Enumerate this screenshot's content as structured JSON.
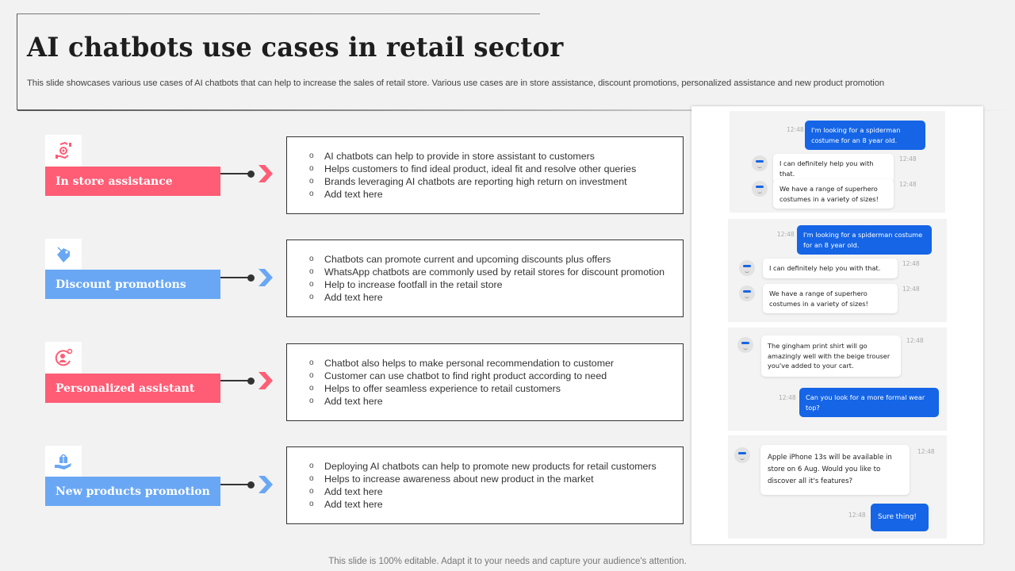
{
  "header": {
    "title": "AI chatbots use cases in retail sector",
    "subtitle": "This slide showcases various use cases of AI chatbots that can help to increase the sales of retail store. Various use cases are in store assistance, discount promotions, personalized assistance and new product promotion"
  },
  "colors": {
    "pink": "#ff5c75",
    "blue": "#69a7f4",
    "chat_blue": "#1565e6"
  },
  "use_cases": [
    {
      "label": "In store assistance",
      "icon": "hand-gear-icon",
      "color": "pink",
      "bullets": [
        "AI chatbots can help to provide  in store assistant to customers",
        "Helps customers to find ideal product, ideal fit and resolve other queries",
        "Brands leveraging  AI chatbots are reporting high return on investment",
        "Add text here"
      ]
    },
    {
      "label": "Discount promotions",
      "icon": "price-tag-icon",
      "color": "blue",
      "bullets": [
        "Chatbots can promote current and upcoming discounts plus offers",
        "WhatsApp chatbots are commonly used by retail stores for discount promotion",
        "Help to increase footfall in the retail store",
        "Add text here"
      ]
    },
    {
      "label": "Personalized assistant",
      "icon": "personal-user-icon",
      "color": "pink",
      "bullets": [
        "Chatbot also helps to make personal recommendation to customer",
        "Customer can use chatbot to find right product according to need",
        "Helps to offer seamless experience to retail customers",
        "Add text here"
      ]
    },
    {
      "label": "New products promotion",
      "icon": "hand-basket-icon",
      "color": "blue",
      "bullets": [
        "Deploying AI chatbots can help to promote new products for retail customers",
        "Helps to increase awareness about new product in the market",
        "Add text here",
        "Add text here"
      ]
    }
  ],
  "chats": [
    {
      "messages": [
        {
          "from": "user",
          "text": "I'm looking for a spiderman costume for an 8 year old.",
          "time": "12:48"
        },
        {
          "from": "bot",
          "text": "I can definitely help you with that.",
          "time": "12:48"
        },
        {
          "from": "bot",
          "text": "We have a range of superhero costumes in a variety of sizes!",
          "time": "12:48"
        }
      ]
    },
    {
      "messages": [
        {
          "from": "user",
          "text": "I'm looking for a spiderman costume for an 8 year old.",
          "time": "12:48"
        },
        {
          "from": "bot",
          "text": "I can definitely help you with that.",
          "time": "12:48"
        },
        {
          "from": "bot",
          "text": "We have a range of superhero costumes in a variety of sizes!",
          "time": "12:48"
        }
      ]
    },
    {
      "messages": [
        {
          "from": "bot",
          "text": "The gingham print shirt will go amazingly well with the beige trouser you've added to your cart.",
          "time": "12:48"
        },
        {
          "from": "user",
          "text": "Can you look for a more formal wear top?",
          "time": "12:48"
        }
      ]
    },
    {
      "messages": [
        {
          "from": "bot",
          "text": "Apple iPhone 13s will be available in store on 6 Aug. Would you like to discover all it's features?",
          "time": "12:48"
        },
        {
          "from": "user",
          "text": "Sure thing!",
          "time": "12:48"
        }
      ]
    }
  ],
  "footer": "This slide is 100% editable. Adapt it to your needs and capture your audience's attention."
}
